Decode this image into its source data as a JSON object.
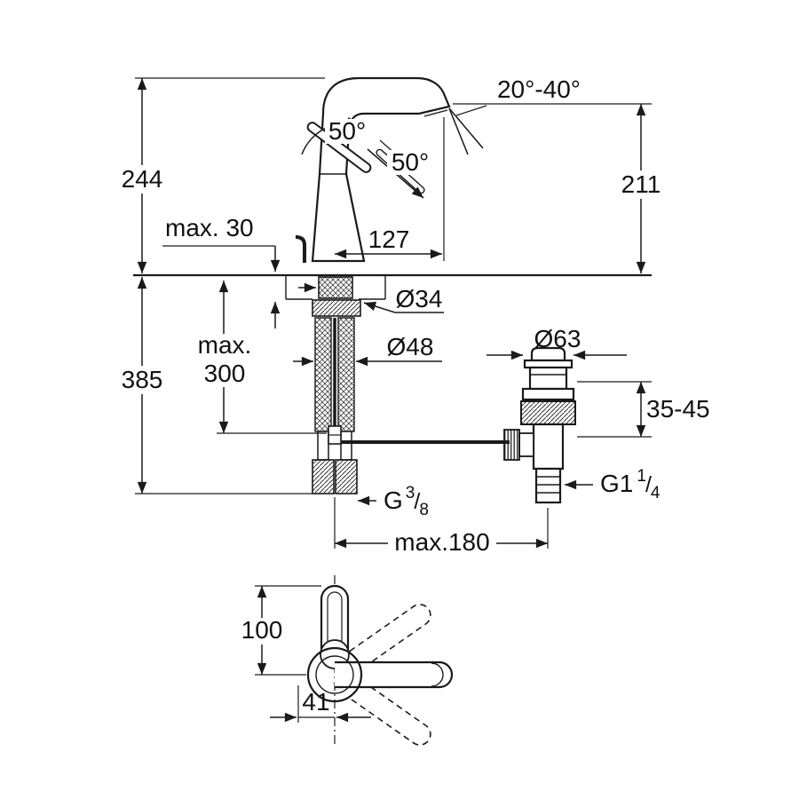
{
  "drawing": {
    "colors": {
      "line": "#1a1a1a",
      "background": "#ffffff"
    },
    "labels": {
      "height_above_deck": "244",
      "max_deck_thickness": "max. 30",
      "height_below_deck": "385",
      "max_hose_line1": "max.",
      "max_hose_line2": "300",
      "handle_angle_top": "50°",
      "handle_angle_side": "50°",
      "spout_tilt_range": "20°-40°",
      "outlet_height": "211",
      "spout_reach": "127",
      "shank_diameter": "Ø34",
      "hole_diameter": "Ø48",
      "waste_flange_diameter": "Ø63",
      "waste_clamp_range": "35-45",
      "rod_reach": "max.180",
      "plan_lever_length": "100",
      "plan_offset": "41",
      "hose_thread_prefix": "G",
      "hose_thread_num": "3",
      "hose_thread_slash": "/",
      "hose_thread_den": "8",
      "waste_thread_prefix": "G1",
      "waste_thread_num": "1",
      "waste_thread_slash": "/",
      "waste_thread_den": "4"
    }
  }
}
